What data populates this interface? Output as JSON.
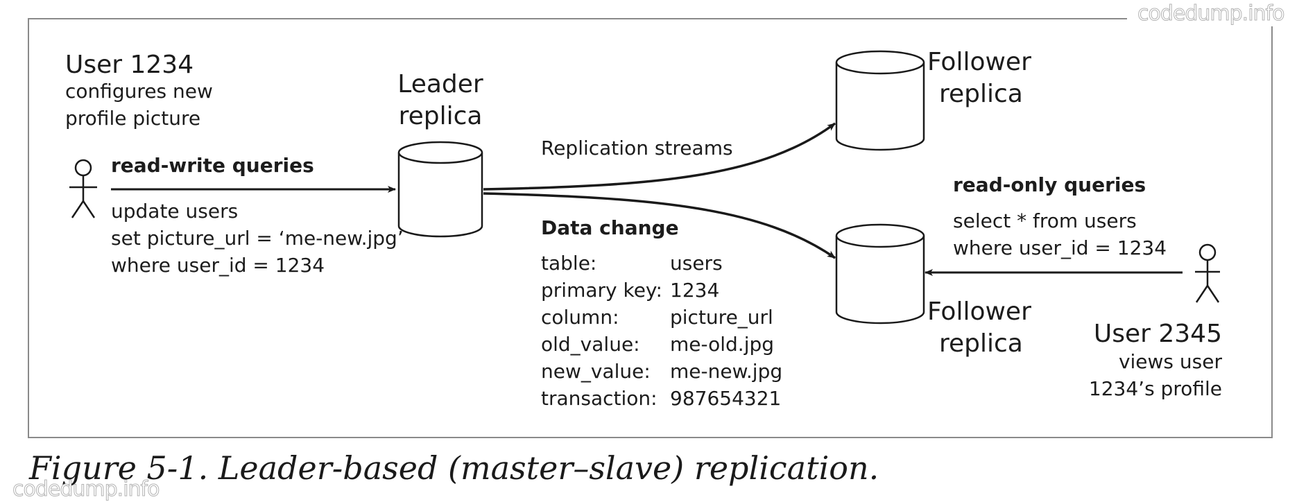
{
  "watermarks": {
    "top_right": "codedump.info",
    "bottom_left": "codedump.info"
  },
  "user_1234": {
    "name": "User 1234",
    "desc_line1": "configures new",
    "desc_line2": "profile picture"
  },
  "read_write": {
    "label": "read-write queries",
    "query_line1": "update users",
    "query_line2": "set picture_url = ‘me-new.jpg’",
    "query_line3": "where user_id = 1234"
  },
  "leader": {
    "line1": "Leader",
    "line2": "replica"
  },
  "replication_streams": "Replication streams",
  "follower_top": {
    "line1": "Follower",
    "line2": "replica"
  },
  "follower_bottom": {
    "line1": "Follower",
    "line2": "replica"
  },
  "data_change": {
    "title": "Data change",
    "rows": [
      {
        "key": "table:",
        "value": "users"
      },
      {
        "key": "primary key:",
        "value": "1234"
      },
      {
        "key": "column:",
        "value": "picture_url"
      },
      {
        "key": "old_value:",
        "value": "me-old.jpg"
      },
      {
        "key": "new_value:",
        "value": "me-new.jpg"
      },
      {
        "key": "transaction:",
        "value": "987654321"
      }
    ]
  },
  "read_only": {
    "label": "read-only queries",
    "query_line1": "select * from users",
    "query_line2": "where user_id = 1234"
  },
  "user_2345": {
    "name": "User 2345",
    "desc_line1": "views user",
    "desc_line2": "1234’s profile"
  },
  "caption": "Figure 5-1. Leader-based (master–slave) replication."
}
